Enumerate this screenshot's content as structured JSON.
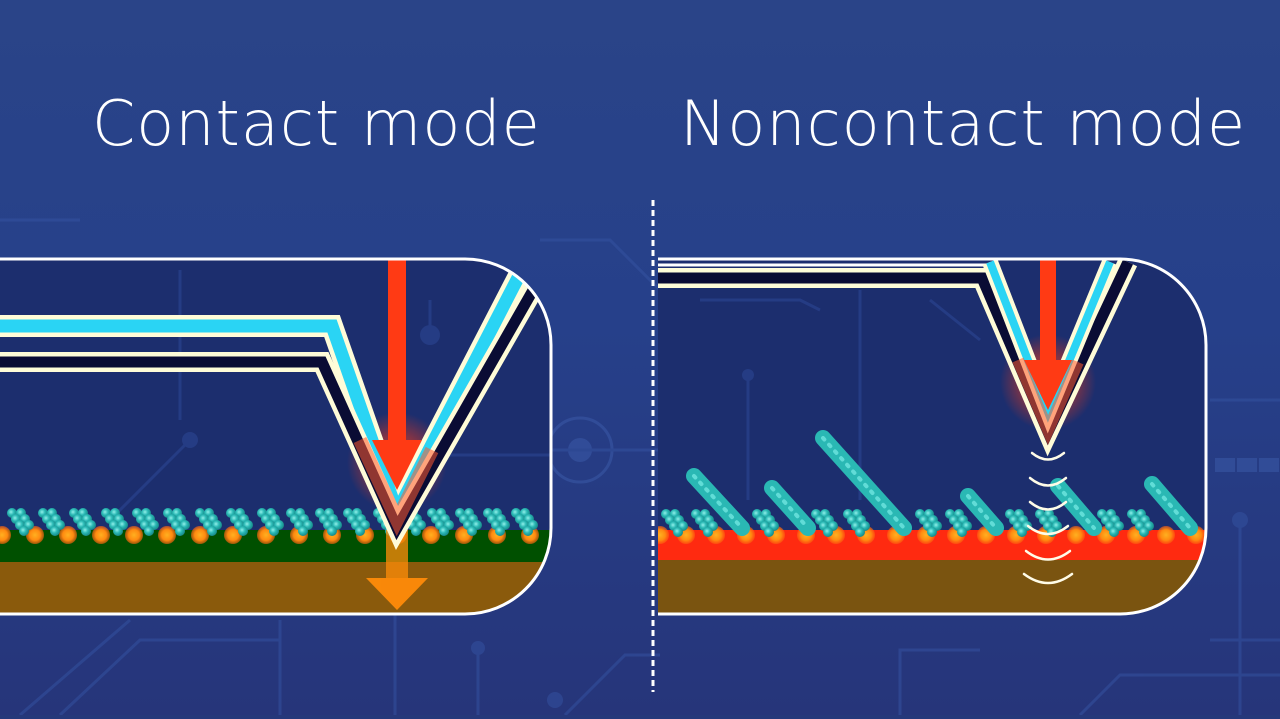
{
  "titles": {
    "left": "Contact mode",
    "right": "Noncontact mode"
  },
  "panels": [
    {
      "name": "contact-mode",
      "label": "Contact mode",
      "tip_state": "touching surface",
      "force_indicator": "orange downward arrow",
      "surface_layer_color": "#005000",
      "substrate_color": "#8a5a0c"
    },
    {
      "name": "noncontact-mode",
      "label": "Noncontact mode",
      "tip_state": "hovering above surface",
      "force_indicator": "white interaction arcs",
      "surface_layer_color": "#ff2a10",
      "substrate_color": "#7a5410"
    }
  ],
  "colors": {
    "background": "#25387a",
    "background_top": "#2a4488",
    "panel_fill": "#1c2e6e",
    "panel_border": "#ffffff",
    "cantilever_cyan": "#2ad4f4",
    "cantilever_cream": "#fffcd8",
    "cantilever_navy": "#0a0c34",
    "laser_red": "#ff3a14",
    "arrow_orange": "#ff8c0a",
    "atom_teal": "#2ab4b0",
    "atom_orange": "#ff9a10",
    "divider": "#ffffff"
  }
}
